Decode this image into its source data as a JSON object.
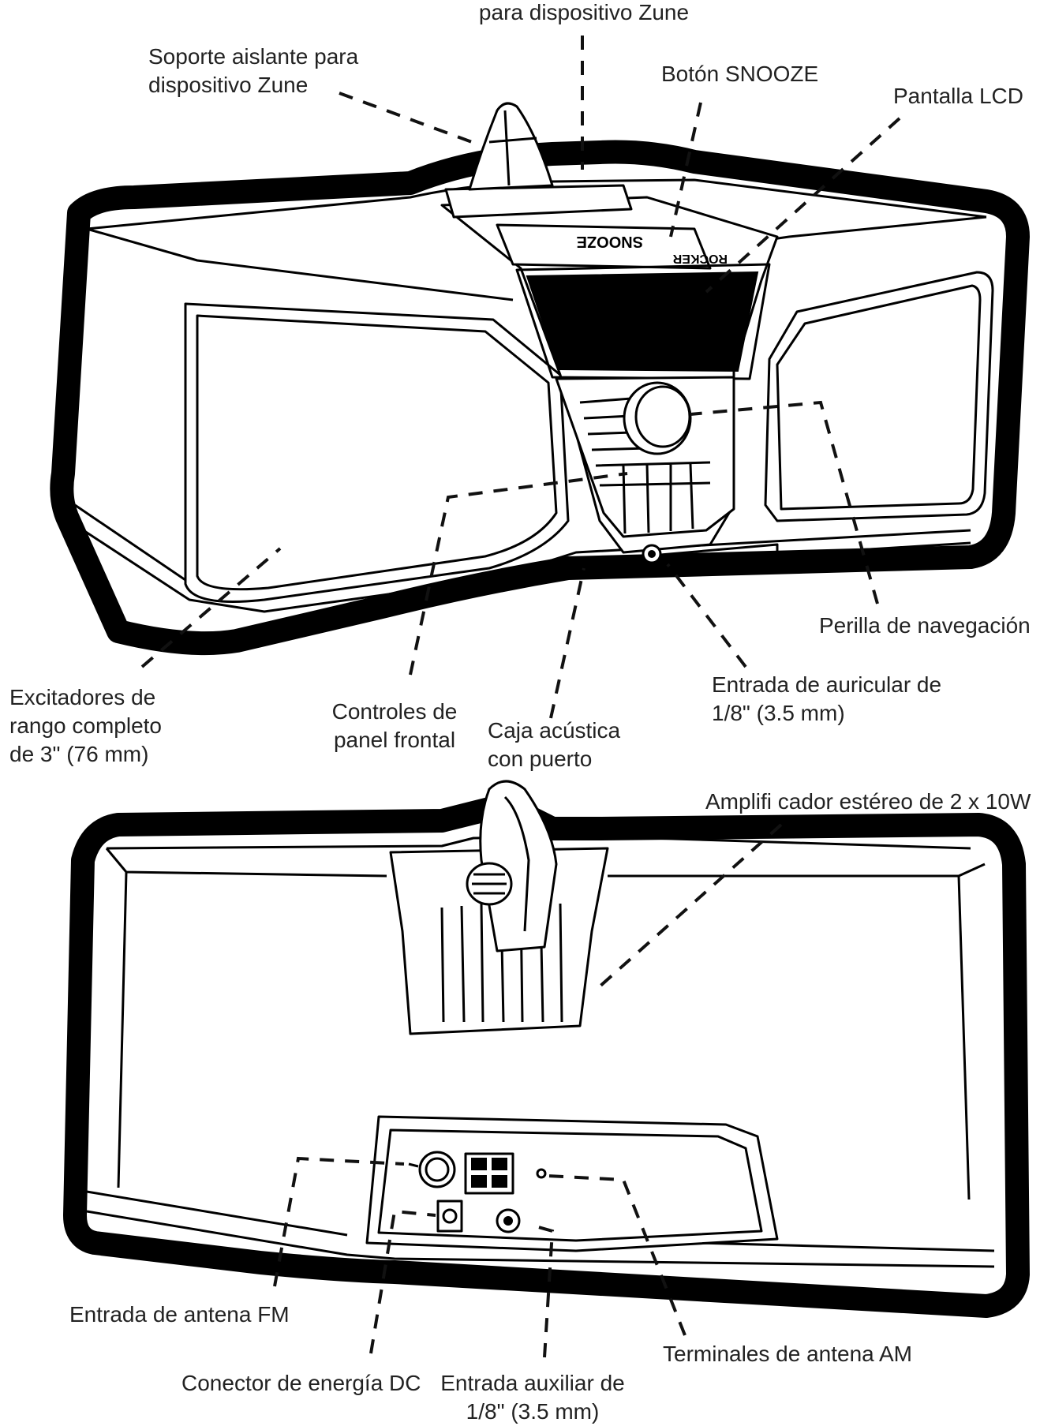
{
  "front_labels": {
    "dock_top": "para dispositivo Zune",
    "cradle": [
      "Soporte aislante para",
      "dispositivo Zune"
    ],
    "snooze": "Botón SNOOZE",
    "lcd": "Pantalla LCD",
    "nav_knob": "Perilla de navegación",
    "drivers": [
      "Excitadores de",
      "rango completo",
      "de 3\" (76 mm)"
    ],
    "front_controls": [
      "Controles de",
      "panel frontal"
    ],
    "ported_box": [
      "Caja acústica",
      "con puerto"
    ],
    "headphone": [
      "Entrada de auricular de",
      "1/8\" (3.5 mm)"
    ]
  },
  "device_text": {
    "snooze_key": "SNOOZE",
    "brand": "ROCKER"
  },
  "rear_labels": {
    "amplifier": "Amplifi cador estéreo de 2 x 10W",
    "fm_antenna": "Entrada de antena FM",
    "dc_power": "Conector de energía DC",
    "aux_in": [
      "Entrada auxiliar de",
      "1/8\" (3.5 mm)"
    ],
    "am_antenna": "Terminales de antena AM"
  }
}
